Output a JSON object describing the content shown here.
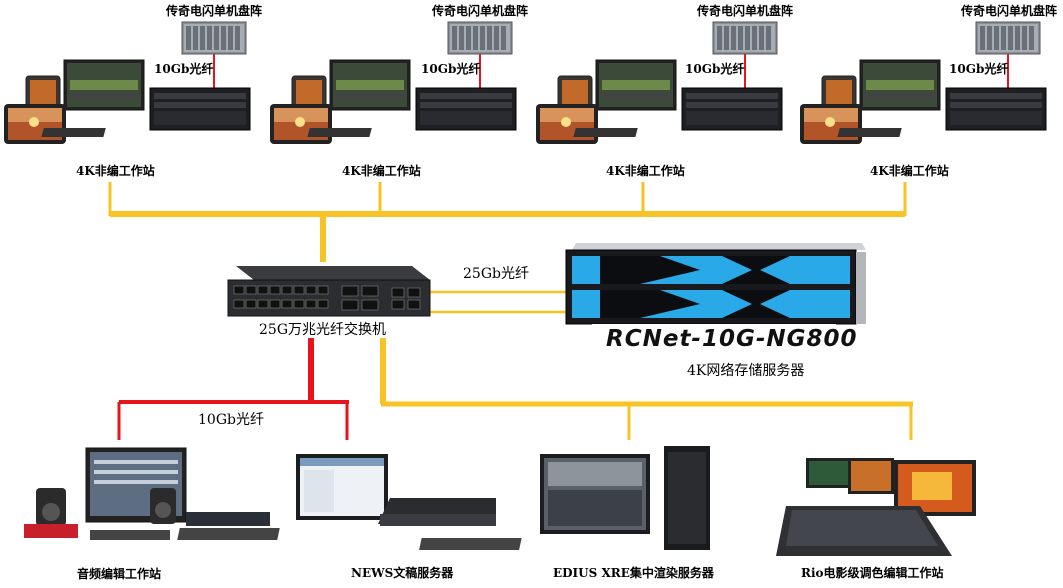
{
  "top_row": {
    "array_label": "传奇电闪单机盘阵",
    "link_label": "10Gb光纤",
    "workstation_label": "4K非编工作站",
    "columns": [
      {
        "id": "ws1"
      },
      {
        "id": "ws2"
      },
      {
        "id": "ws3"
      },
      {
        "id": "ws4"
      }
    ]
  },
  "switch": {
    "label": "25G万兆光纤交换机",
    "uplink_label": "25Gb光纤"
  },
  "storage": {
    "brand_text": "RCNet-10G-NG800",
    "label": "4K网络存储服务器"
  },
  "bottom_row": {
    "link_label": "10Gb光纤",
    "items": [
      {
        "label": "音频编辑工作站"
      },
      {
        "label": "NEWS文稿服务器"
      },
      {
        "label": "EDIUS XRE集中渲染服务器"
      },
      {
        "label": "Rio电影级调色编辑工作站"
      }
    ]
  },
  "colors": {
    "trunk_yellow": "#f7c325",
    "fiber_red": "#e8141b",
    "storage_blue": "#2aa9e8"
  }
}
